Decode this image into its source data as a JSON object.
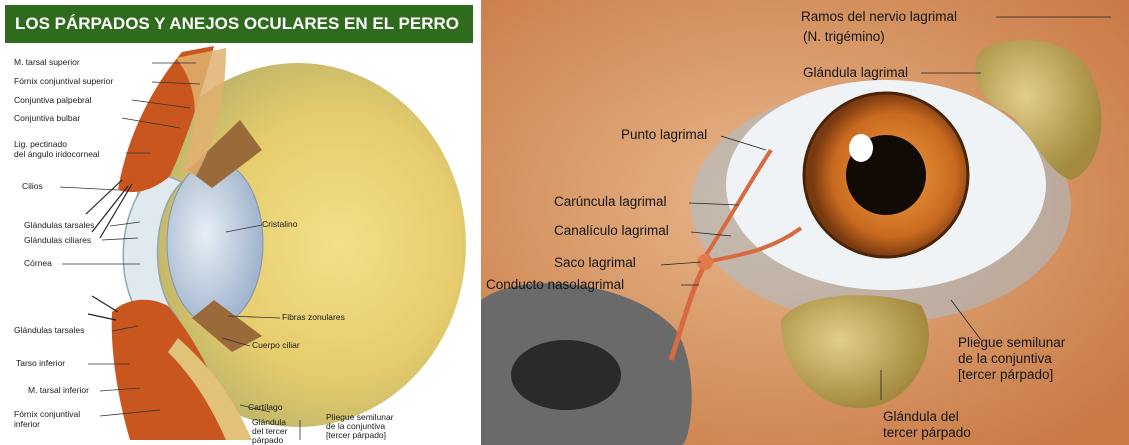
{
  "title": "LOS PÁRPADOS Y ANEJOS OCULARES EN EL PERRO",
  "colors": {
    "banner": "#2f6b1c",
    "vitreous": "#e9d27a",
    "lid_tissue": "#c9561f",
    "iris": "#c96a1f",
    "fur": "#d99a6a",
    "gland": "#b49a4a"
  },
  "left_labels": {
    "m_tarsal_superior": "M. tarsal superior",
    "fornix_superior": "Fórnix conjuntival superior",
    "conjuntiva_palpebral": "Conjuntiva palpebral",
    "conjuntiva_bulbar": "Conjuntiva bulbar",
    "lig_pectinado_1": "Lig. pectinado",
    "lig_pectinado_2": "del ángulo iridocorneal",
    "cilios": "Cilios",
    "glandulas_tarsales_sup": "Glándulas tarsales",
    "glandulas_ciliares": "Glándulas ciliares",
    "cornea": "Córnea",
    "cristalino": "Cristalino",
    "fibras_zonulares": "Fibras zonulares",
    "cuerpo_ciliar": "Cuerpo ciliar",
    "glandulas_tarsales_inf": "Glándulas tarsales",
    "tarso_inferior": "Tarso inferior",
    "m_tarsal_inferior": "M. tarsal inferior",
    "fornix_inferior_1": "Fórnix conjuntival",
    "fornix_inferior_2": "inferior",
    "cartilago": "Cartílago",
    "glandula_tercer_1": "Glándula",
    "glandula_tercer_2": "del tercer",
    "glandula_tercer_3": "párpado",
    "pliegue_1": "Pliegue semilunar",
    "pliegue_2": "de la conjuntiva",
    "pliegue_3": "[tercer párpado]"
  },
  "right_labels": {
    "ramos_1": "Ramos del nervio lagrimal",
    "ramos_2": "(N. trigémino)",
    "glandula_lagrimal": "Glándula lagrimal",
    "punto_lagrimal": "Punto lagrimal",
    "caruncula": "Carúncula lagrimal",
    "canaliculo": "Canalículo lagrimal",
    "saco": "Saco lagrimal",
    "conducto": "Conducto nasolagrimal",
    "pliegue_1": "Pliegue semilunar",
    "pliegue_2": "de la conjuntiva",
    "pliegue_3": "[tercer párpado]",
    "glandula_tercer_1": "Glándula del",
    "glandula_tercer_2": "tercer párpado"
  }
}
